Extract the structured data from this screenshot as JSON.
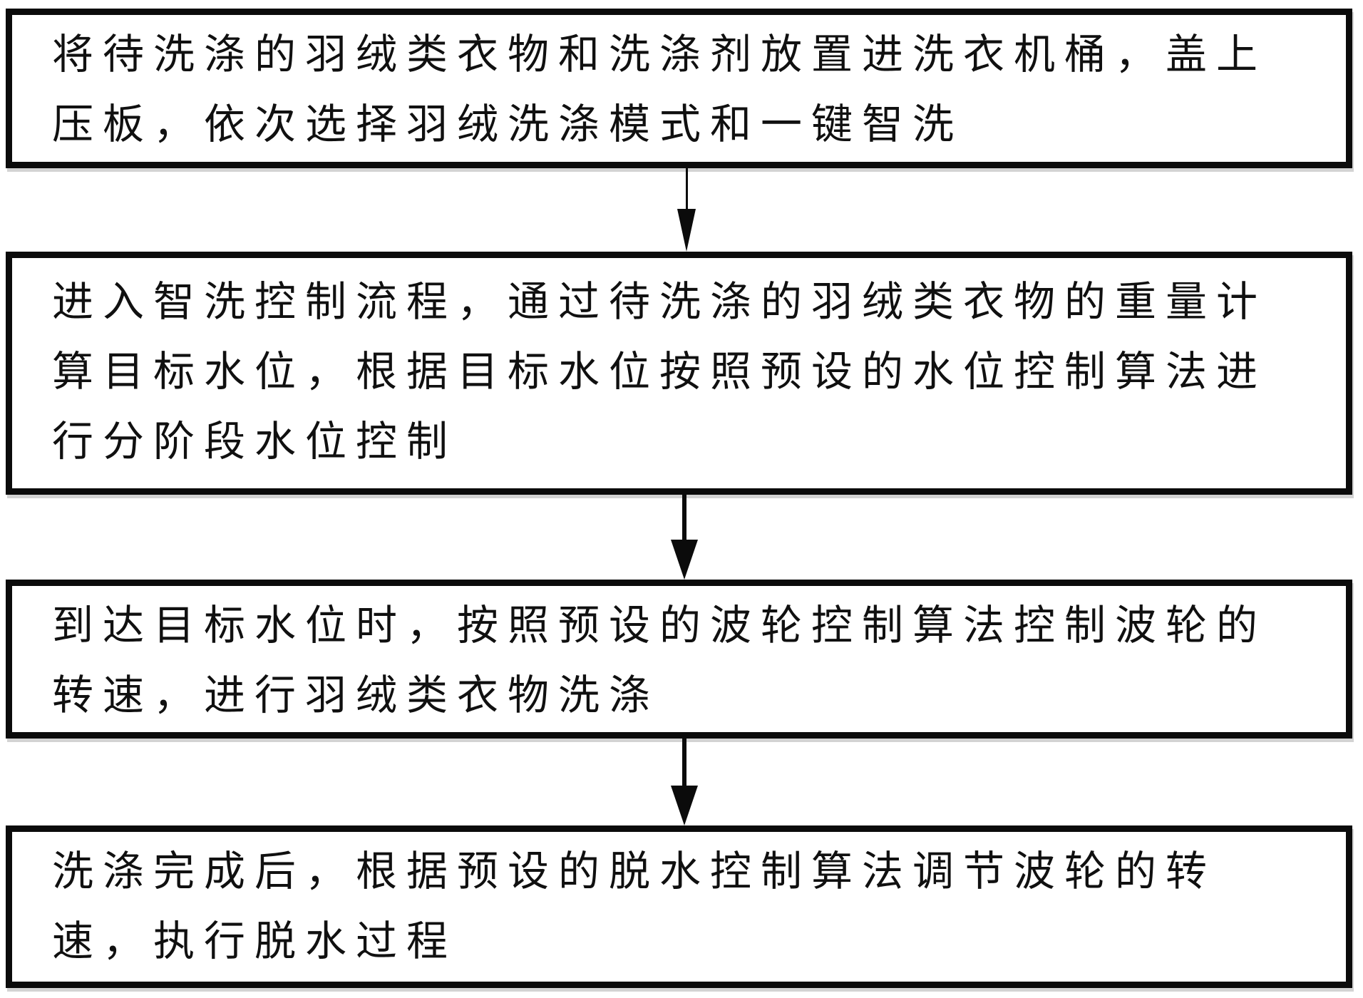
{
  "diagram": {
    "type": "flowchart",
    "direction": "top-down",
    "background_color": "#ffffff",
    "border_color": "#0b0b0b",
    "text_color": "#101010",
    "steps": [
      {
        "id": 1,
        "text": "将待洗涤的羽绒类衣物和洗涤剂放置进洗衣机桶，盖上压板，依次选择羽绒洗涤模式和一键智洗",
        "lines": [
          "将待洗涤的羽绒类衣物和洗涤剂放置进洗衣机桶，盖上",
          "压板，依次选择羽绒洗涤模式和一键智洗"
        ]
      },
      {
        "id": 2,
        "text": "进入智洗控制流程，通过待洗涤的羽绒类衣物的重量计算目标水位，根据目标水位按照预设的水位控制算法进行分阶段水位控制",
        "lines": [
          "进入智洗控制流程，通过待洗涤的羽绒类衣物的重量计",
          "算目标水位，根据目标水位按照预设的水位控制算法进",
          "行分阶段水位控制"
        ]
      },
      {
        "id": 3,
        "text": "到达目标水位时，按照预设的波轮控制算法控制波轮的转速，进行羽绒类衣物洗涤",
        "lines": [
          "到达目标水位时，按照预设的波轮控制算法控制波轮的",
          "转速，进行羽绒类衣物洗涤"
        ]
      },
      {
        "id": 4,
        "text": "洗涤完成后，根据预设的脱水控制算法调节波轮的转速，执行脱水过程",
        "lines": [
          "洗涤完成后，根据预设的脱水控制算法调节波轮的转",
          "速，执行脱水过程"
        ]
      }
    ],
    "connectors": [
      {
        "from": 1,
        "to": 2,
        "style": "solid-down-arrow"
      },
      {
        "from": 2,
        "to": 3,
        "style": "solid-down-arrow"
      },
      {
        "from": 3,
        "to": 4,
        "style": "solid-down-arrow"
      }
    ]
  }
}
